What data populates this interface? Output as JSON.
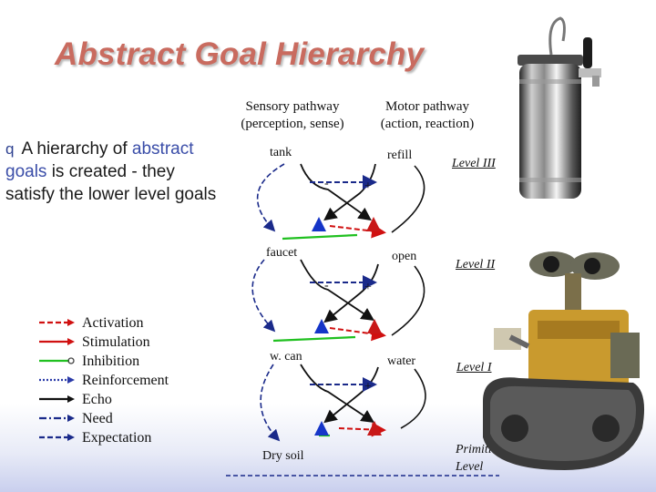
{
  "title": "Abstract Goal Hierarchy",
  "bullet": {
    "mark": "q",
    "before": "A hierarchy of ",
    "highlight": "abstract goals",
    "middle": " is created - they satisfy the lower level goals"
  },
  "headers": {
    "sensory": "Sensory pathway (perception, sense)",
    "motor": "Motor pathway (action, reaction)"
  },
  "nodes": {
    "tank": "tank",
    "refill": "refill",
    "faucet": "faucet",
    "open": "open",
    "wcan": "w. can",
    "water": "water",
    "drysoil": "Dry soil"
  },
  "signs": {
    "minus": "-",
    "plus": "+"
  },
  "levels": {
    "level3": "Level III",
    "level2": "Level II",
    "level1": "Level I",
    "primitive": "Primitive Level"
  },
  "legend": [
    {
      "label": "Activation",
      "color": "#d01010",
      "style": "dashed",
      "head": "arrow"
    },
    {
      "label": "Stimulation",
      "color": "#d01010",
      "style": "solid",
      "head": "arrow"
    },
    {
      "label": "Inhibition",
      "color": "#20c020",
      "style": "solid",
      "head": "circle"
    },
    {
      "label": "Reinforcement",
      "color": "#2a3aa8",
      "style": "dotted",
      "head": "arrow"
    },
    {
      "label": "Echo",
      "color": "#111111",
      "style": "solid",
      "head": "arrow"
    },
    {
      "label": "Need",
      "color": "#1a2a8a",
      "style": "dashdot",
      "head": "arrow"
    },
    {
      "label": "Expectation",
      "color": "#1a2a8a",
      "style": "dashed",
      "head": "arrow"
    }
  ],
  "colors": {
    "title": "#c96b5f",
    "activation": "#d01010",
    "inhibition": "#20c020",
    "need": "#1a2a8a",
    "sensory_triangle": "#1535c8",
    "motor_triangle": "#c81818"
  }
}
